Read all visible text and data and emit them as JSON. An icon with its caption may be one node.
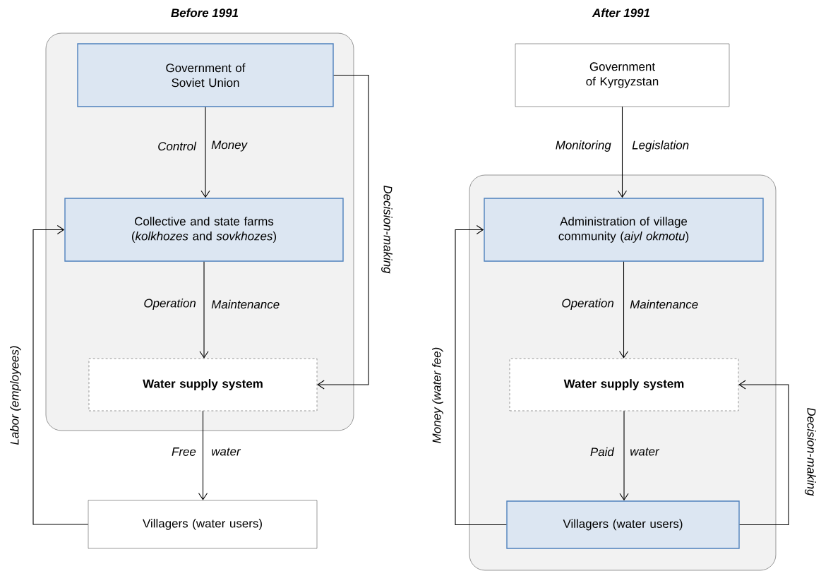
{
  "diagram": {
    "nodes": [
      {
        "text": [],
        "shape": "box"
      },
      {
        "text": [
          "Government of Soviet Union"
        ],
        "in": 0
      },
      {
        "text": [
          "Collective and state farms (*kolkhozes* and *sovkhozes*)"
        ],
        "in": 0
      },
      {
        "text": [
          "Water supply system"
        ],
        "in": 0
      },
      {
        "text": [
          "Villagers (water users)"
        ]
      },
      {
        "text": [
          "Government of Kyrgyzstan"
        ]
      },
      {
        "text": [],
        "shape": "box"
      },
      {
        "text": [
          "Administration of village community (*aiyl okmotu*)"
        ],
        "in": 6
      },
      {
        "text": [
          "Water supply system"
        ],
        "in": 6
      },
      {
        "text": [
          "Villagers (water users)"
        ],
        "in": 6
      }
    ],
    "edges": [
      {
        "from": 1,
        "to": 2,
        "arrow": "to",
        "label": "Control"
      },
      {
        "from": 2,
        "to": 3,
        "arrow": "to",
        "label": "Operation"
      },
      {
        "from": 3,
        "to": 4,
        "arrow": "to",
        "label": "Free"
      },
      {
        "from": 1,
        "to": 3,
        "arrow": "to",
        "label": "Decision-making"
      },
      {
        "from": 4,
        "to": 2,
        "arrow": "to",
        "label": "Labor (employees)"
      },
      {
        "from": 5,
        "to": 7,
        "arrow": "to",
        "label": "Monitoring"
      },
      {
        "from": 7,
        "to": 8,
        "arrow": "to",
        "label": "Operation"
      },
      {
        "from": 8,
        "to": 9,
        "arrow": "to",
        "label": "Paid"
      },
      {
        "from": 9,
        "to": 7,
        "arrow": "to",
        "label": "Money (water fee)"
      },
      {
        "from": 9,
        "to": 8,
        "arrow": "to",
        "label": "Decision-making"
      }
    ],
    "labels": [
      "Before 1991",
      "After 1991",
      "Money",
      "Maintenance",
      "water",
      "Legislation",
      "Maintenance",
      "water"
    ]
  }
}
